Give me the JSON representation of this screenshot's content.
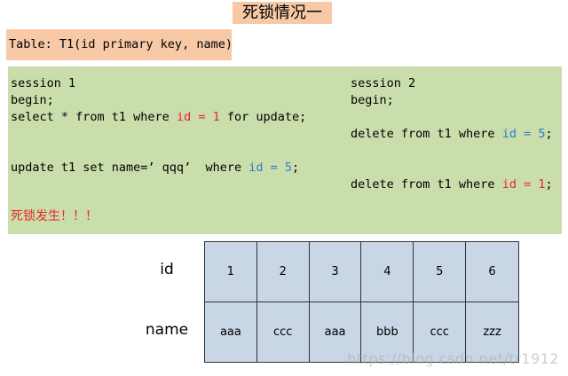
{
  "title": "死锁情况一",
  "table_def": "Table: T1(id primary key, name)",
  "sessions": {
    "s1_header": "session 1",
    "s2_header": "session 2",
    "begin": "begin;",
    "s1_select_pre": "select * from t1 where ",
    "s1_select_cond": "id = 1",
    "s1_select_post": " for update;",
    "s2_delete_pre": "delete from t1 where ",
    "s2_delete1_cond": "id = 5",
    "s2_delete_post": ";",
    "s1_update_pre": "update t1 set name=’ qqq’  where ",
    "s1_update_cond": "id = 5",
    "s1_update_post": ";",
    "s2_delete2_cond": "id = 1",
    "result": "死锁发生！！！"
  },
  "grid": {
    "row_labels": [
      "id",
      "name"
    ],
    "ids": [
      "1",
      "2",
      "3",
      "4",
      "5",
      "6"
    ],
    "names": [
      "aaa",
      "ccc",
      "aaa",
      "bbb",
      "ccc",
      "zzz"
    ]
  },
  "colors": {
    "highlight_red": "#e8262a",
    "highlight_blue": "#2e7bcf",
    "code_bg": "#cadeac",
    "title_bg": "#f8c9a6",
    "cell_bg": "#c8d6e6"
  },
  "watermark": "https://blog.csdn.net/tr1912"
}
